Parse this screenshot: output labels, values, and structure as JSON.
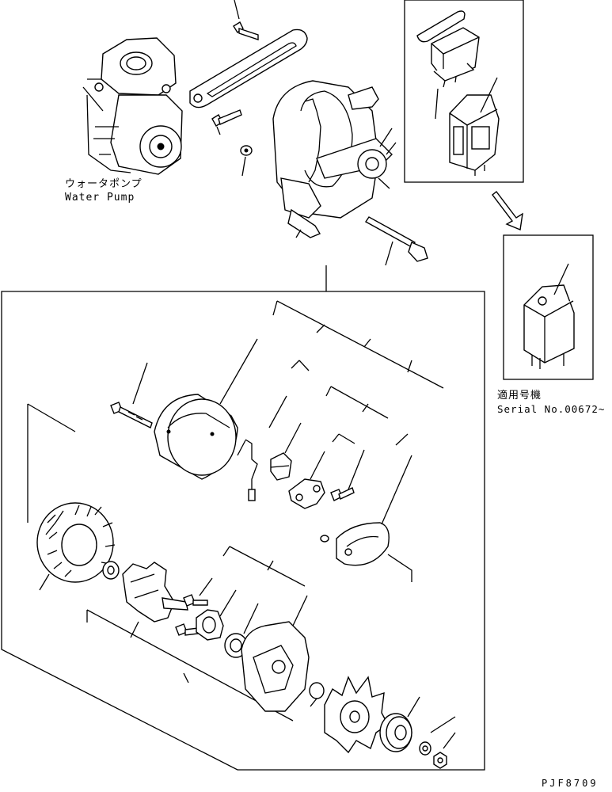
{
  "labels": {
    "water_pump_jp": "ウォータポンプ",
    "water_pump_en": "Water Pump",
    "serial_jp": "適用号機",
    "serial_en": "Serial No.00672~",
    "drawing_code": "PJF8709"
  }
}
